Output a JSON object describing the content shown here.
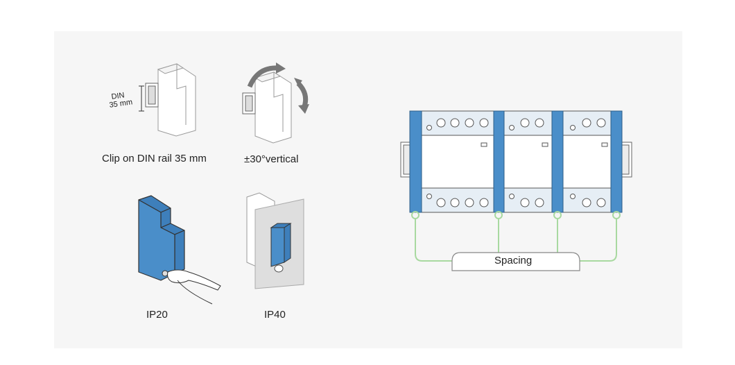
{
  "din_rail": {
    "dim_line1": "DIN",
    "dim_line2": "35 mm",
    "caption": "Clip on DIN rail 35 mm"
  },
  "orientation": {
    "caption": "±30°vertical"
  },
  "ip20": {
    "caption": "IP20"
  },
  "ip40": {
    "caption": "IP40"
  },
  "spacing": {
    "label": "Spacing"
  },
  "colors": {
    "blue": "#4a8ec9",
    "green": "#a8d9a0",
    "outline": "#555555",
    "panel": "#f6f6f6"
  }
}
